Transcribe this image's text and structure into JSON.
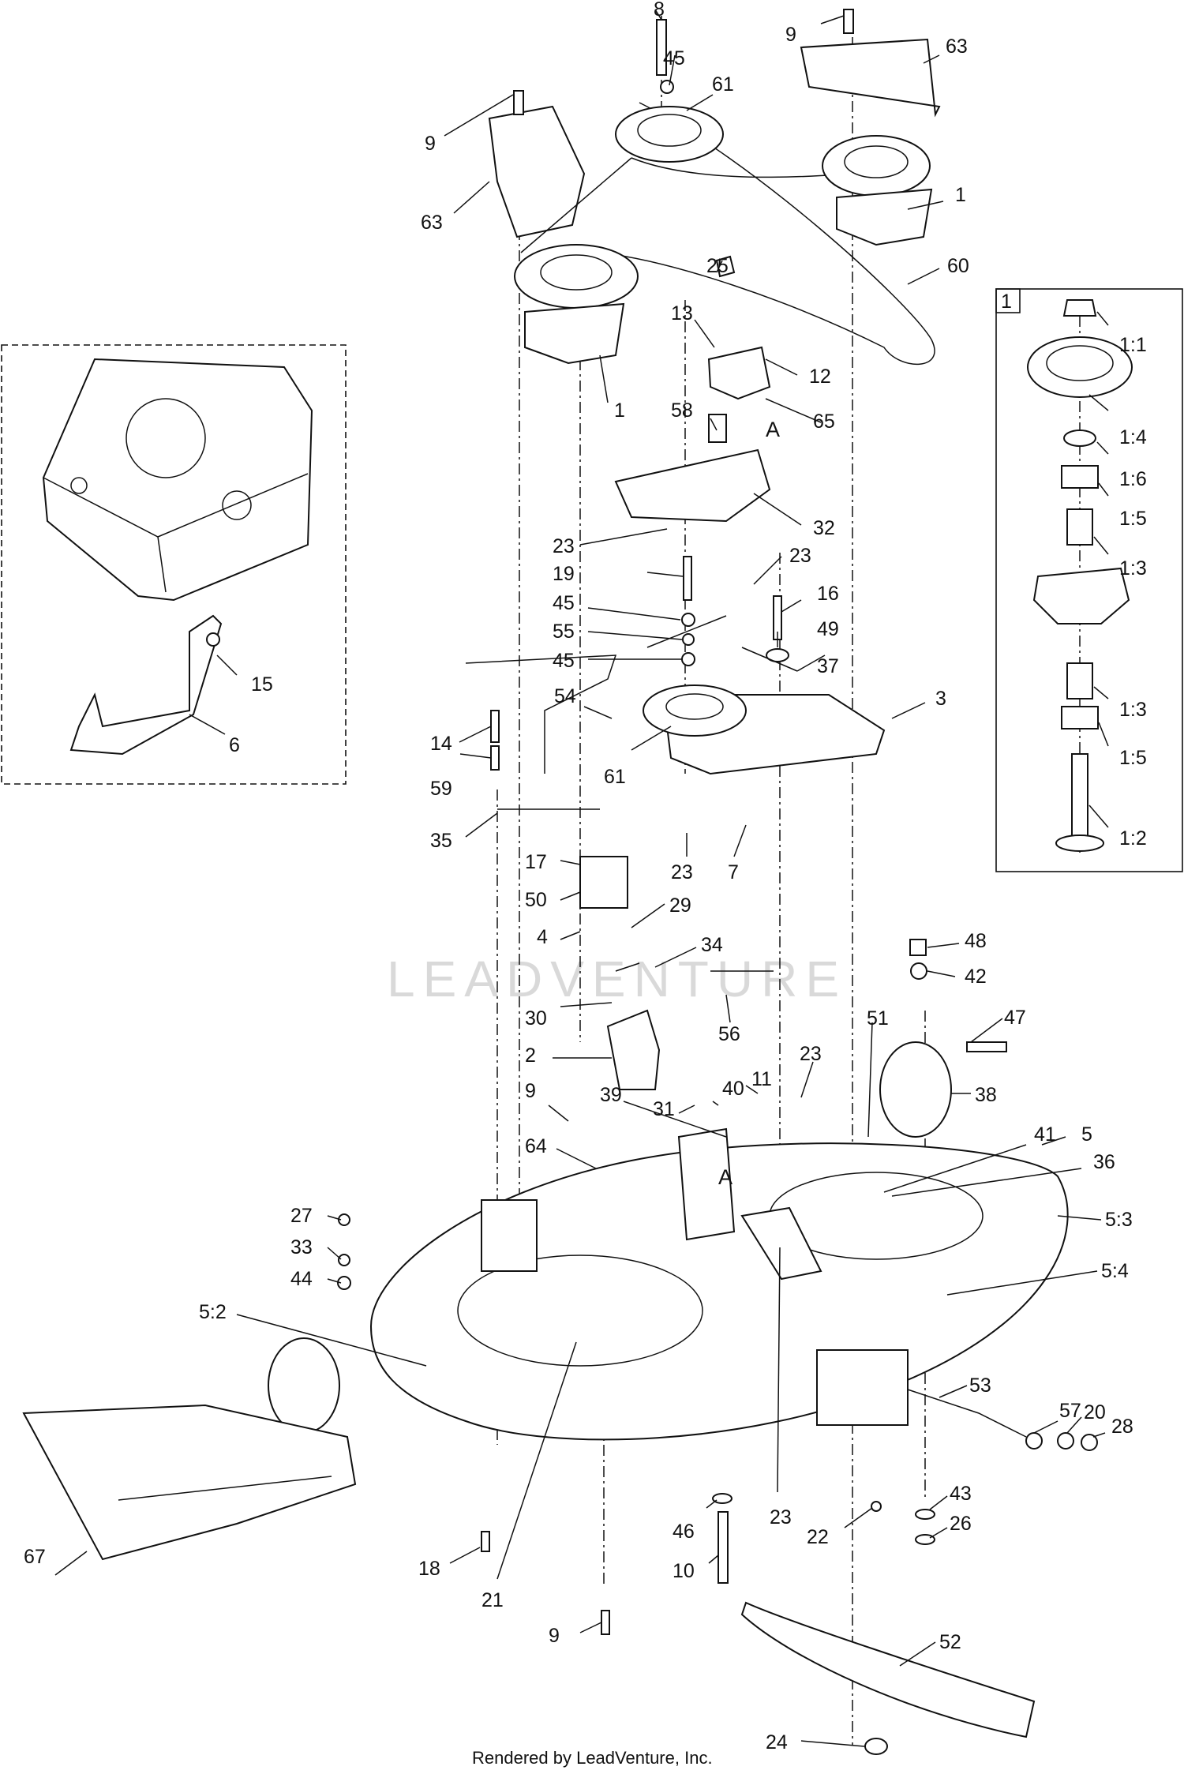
{
  "diagram": {
    "watermark": "LEADVENTURE",
    "footer": "Rendered by LeadVenture, Inc.",
    "inset_number": "1",
    "callout_A_top": "A",
    "callout_A_mid": "A",
    "labels": [
      {
        "id": "l8",
        "text": "8"
      },
      {
        "id": "l9a",
        "text": "9"
      },
      {
        "id": "l63a",
        "text": "63"
      },
      {
        "id": "l45a",
        "text": "45"
      },
      {
        "id": "l61a",
        "text": "61"
      },
      {
        "id": "l9b",
        "text": "9"
      },
      {
        "id": "l63b",
        "text": "63"
      },
      {
        "id": "l1a",
        "text": "1"
      },
      {
        "id": "l60",
        "text": "60"
      },
      {
        "id": "l25",
        "text": "25"
      },
      {
        "id": "l13",
        "text": "13"
      },
      {
        "id": "l12",
        "text": "12"
      },
      {
        "id": "l1b",
        "text": "1"
      },
      {
        "id": "l58",
        "text": "58"
      },
      {
        "id": "l65",
        "text": "65"
      },
      {
        "id": "l32",
        "text": "32"
      },
      {
        "id": "l23a",
        "text": "23"
      },
      {
        "id": "l19",
        "text": "19"
      },
      {
        "id": "l23b",
        "text": "23"
      },
      {
        "id": "l16",
        "text": "16"
      },
      {
        "id": "l45b",
        "text": "45"
      },
      {
        "id": "l55",
        "text": "55"
      },
      {
        "id": "l49",
        "text": "49"
      },
      {
        "id": "l45c",
        "text": "45"
      },
      {
        "id": "l37",
        "text": "37"
      },
      {
        "id": "l54",
        "text": "54"
      },
      {
        "id": "l3",
        "text": "3"
      },
      {
        "id": "l15",
        "text": "15"
      },
      {
        "id": "l6",
        "text": "6"
      },
      {
        "id": "l14",
        "text": "14"
      },
      {
        "id": "l59",
        "text": "59"
      },
      {
        "id": "l61b",
        "text": "61"
      },
      {
        "id": "l35",
        "text": "35"
      },
      {
        "id": "l23c",
        "text": "23"
      },
      {
        "id": "l7",
        "text": "7"
      },
      {
        "id": "l17",
        "text": "17"
      },
      {
        "id": "l50",
        "text": "50"
      },
      {
        "id": "l29",
        "text": "29"
      },
      {
        "id": "l4",
        "text": "4"
      },
      {
        "id": "l34",
        "text": "34"
      },
      {
        "id": "l48",
        "text": "48"
      },
      {
        "id": "l42",
        "text": "42"
      },
      {
        "id": "l30",
        "text": "30"
      },
      {
        "id": "l56",
        "text": "56"
      },
      {
        "id": "l51",
        "text": "51"
      },
      {
        "id": "l47",
        "text": "47"
      },
      {
        "id": "l2",
        "text": "2"
      },
      {
        "id": "l23d",
        "text": "23"
      },
      {
        "id": "l38",
        "text": "38"
      },
      {
        "id": "l11",
        "text": "11"
      },
      {
        "id": "l40",
        "text": "40"
      },
      {
        "id": "l9c",
        "text": "9"
      },
      {
        "id": "l39",
        "text": "39"
      },
      {
        "id": "l31",
        "text": "31"
      },
      {
        "id": "l41",
        "text": "41"
      },
      {
        "id": "l5",
        "text": "5"
      },
      {
        "id": "l64",
        "text": "64"
      },
      {
        "id": "l36",
        "text": "36"
      },
      {
        "id": "l27",
        "text": "27"
      },
      {
        "id": "l5_3",
        "text": "5:3"
      },
      {
        "id": "l33",
        "text": "33"
      },
      {
        "id": "l44",
        "text": "44"
      },
      {
        "id": "l5_4",
        "text": "5:4"
      },
      {
        "id": "l5_2",
        "text": "5:2"
      },
      {
        "id": "l53",
        "text": "53"
      },
      {
        "id": "l57",
        "text": "57"
      },
      {
        "id": "l20",
        "text": "20"
      },
      {
        "id": "l28",
        "text": "28"
      },
      {
        "id": "l43",
        "text": "43"
      },
      {
        "id": "l26",
        "text": "26"
      },
      {
        "id": "l46",
        "text": "46"
      },
      {
        "id": "l22",
        "text": "22"
      },
      {
        "id": "l67",
        "text": "67"
      },
      {
        "id": "l18",
        "text": "18"
      },
      {
        "id": "l10",
        "text": "10"
      },
      {
        "id": "l23e",
        "text": "23"
      },
      {
        "id": "l21",
        "text": "21"
      },
      {
        "id": "l9d",
        "text": "9"
      },
      {
        "id": "l52",
        "text": "52"
      },
      {
        "id": "l24",
        "text": "24"
      },
      {
        "id": "l1_1",
        "text": "1:1"
      },
      {
        "id": "l1_4",
        "text": "1:4"
      },
      {
        "id": "l1_6",
        "text": "1:6"
      },
      {
        "id": "l1_5a",
        "text": "1:5"
      },
      {
        "id": "l1_3a",
        "text": "1:3"
      },
      {
        "id": "l1_3b",
        "text": "1:3"
      },
      {
        "id": "l1_5b",
        "text": "1:5"
      },
      {
        "id": "l1_2",
        "text": "1:2"
      }
    ]
  }
}
